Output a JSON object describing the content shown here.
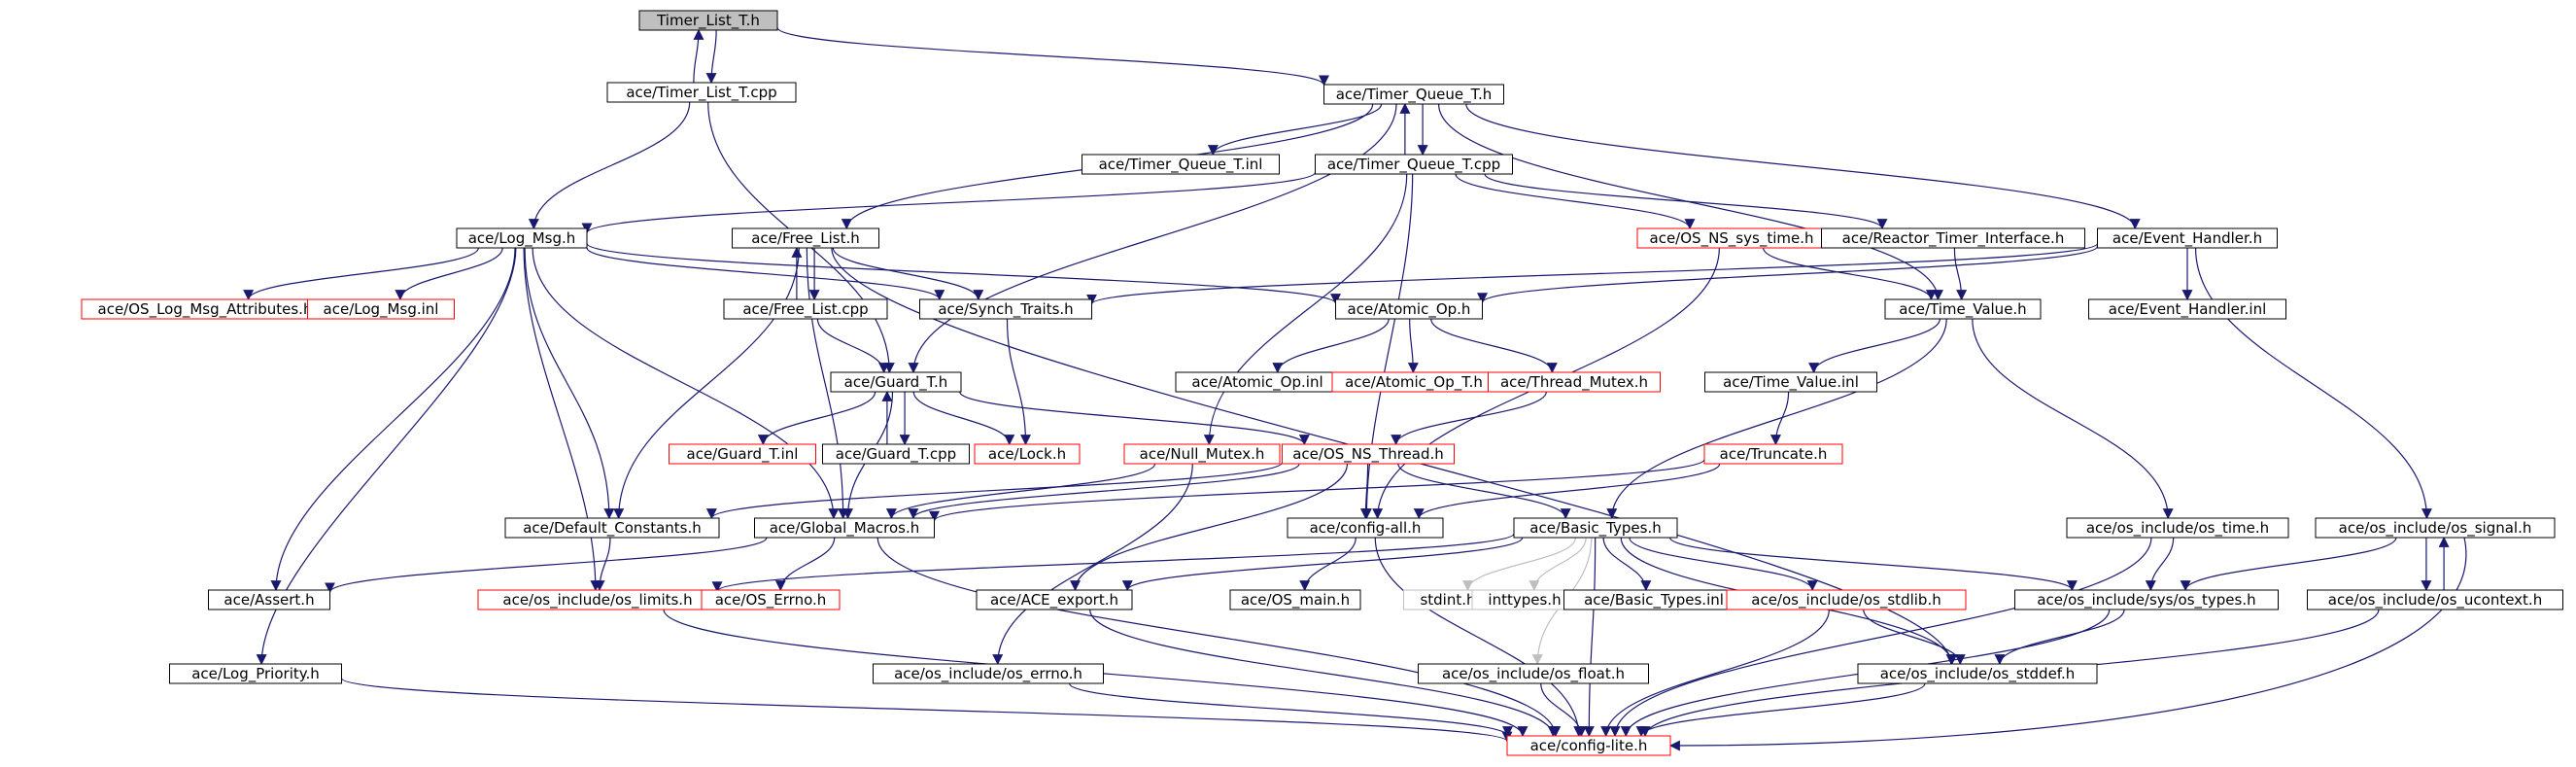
{
  "diagram": {
    "kind": "include dependency graph",
    "colors": {
      "background": "#ffffff",
      "node_fill": "#ffffff",
      "root_fill": "#bfbfbf",
      "node_border": "#000000",
      "missing_border": "#ff0000",
      "faint_border": "#bfbfbf",
      "edge": "#191970",
      "faint_edge": "#bfbfbf",
      "text": "#000000"
    },
    "nodes": [
      {
        "id": "timer_list_t_h",
        "label": "Timer_List_T.h",
        "style": "root"
      },
      {
        "id": "timer_list_t_cpp",
        "label": "ace/Timer_List_T.cpp",
        "style": "normal"
      },
      {
        "id": "timer_queue_t_h",
        "label": "ace/Timer_Queue_T.h",
        "style": "normal"
      },
      {
        "id": "timer_queue_t_inl",
        "label": "ace/Timer_Queue_T.inl",
        "style": "normal"
      },
      {
        "id": "timer_queue_t_cpp",
        "label": "ace/Timer_Queue_T.cpp",
        "style": "normal"
      },
      {
        "id": "log_msg_h",
        "label": "ace/Log_Msg.h",
        "style": "normal"
      },
      {
        "id": "free_list_h",
        "label": "ace/Free_List.h",
        "style": "normal"
      },
      {
        "id": "os_ns_sys_time_h",
        "label": "ace/OS_NS_sys_time.h",
        "style": "missing"
      },
      {
        "id": "reactor_timer_interface_h",
        "label": "ace/Reactor_Timer_Interface.h",
        "style": "normal"
      },
      {
        "id": "event_handler_h",
        "label": "ace/Event_Handler.h",
        "style": "normal"
      },
      {
        "id": "os_log_msg_attributes_h",
        "label": "ace/OS_Log_Msg_Attributes.h",
        "style": "missing"
      },
      {
        "id": "log_msg_inl",
        "label": "ace/Log_Msg.inl",
        "style": "missing"
      },
      {
        "id": "free_list_cpp",
        "label": "ace/Free_List.cpp",
        "style": "normal"
      },
      {
        "id": "synch_traits_h",
        "label": "ace/Synch_Traits.h",
        "style": "normal"
      },
      {
        "id": "atomic_op_h",
        "label": "ace/Atomic_Op.h",
        "style": "normal"
      },
      {
        "id": "time_value_h",
        "label": "ace/Time_Value.h",
        "style": "normal"
      },
      {
        "id": "event_handler_inl",
        "label": "ace/Event_Handler.inl",
        "style": "normal"
      },
      {
        "id": "guard_t_h",
        "label": "ace/Guard_T.h",
        "style": "normal"
      },
      {
        "id": "atomic_op_inl",
        "label": "ace/Atomic_Op.inl",
        "style": "normal"
      },
      {
        "id": "atomic_op_t_h",
        "label": "ace/Atomic_Op_T.h",
        "style": "missing"
      },
      {
        "id": "thread_mutex_h",
        "label": "ace/Thread_Mutex.h",
        "style": "missing"
      },
      {
        "id": "time_value_inl",
        "label": "ace/Time_Value.inl",
        "style": "normal"
      },
      {
        "id": "guard_t_inl",
        "label": "ace/Guard_T.inl",
        "style": "missing"
      },
      {
        "id": "guard_t_cpp",
        "label": "ace/Guard_T.cpp",
        "style": "normal"
      },
      {
        "id": "lock_h",
        "label": "ace/Lock.h",
        "style": "missing"
      },
      {
        "id": "null_mutex_h",
        "label": "ace/Null_Mutex.h",
        "style": "missing"
      },
      {
        "id": "os_ns_thread_h",
        "label": "ace/OS_NS_Thread.h",
        "style": "missing"
      },
      {
        "id": "truncate_h",
        "label": "ace/Truncate.h",
        "style": "missing"
      },
      {
        "id": "default_constants_h",
        "label": "ace/Default_Constants.h",
        "style": "normal"
      },
      {
        "id": "global_macros_h",
        "label": "ace/Global_Macros.h",
        "style": "normal"
      },
      {
        "id": "config_all_h",
        "label": "ace/config-all.h",
        "style": "normal"
      },
      {
        "id": "basic_types_h",
        "label": "ace/Basic_Types.h",
        "style": "normal"
      },
      {
        "id": "os_include_os_time_h",
        "label": "ace/os_include/os_time.h",
        "style": "normal"
      },
      {
        "id": "os_include_os_signal_h",
        "label": "ace/os_include/os_signal.h",
        "style": "normal"
      },
      {
        "id": "assert_h",
        "label": "ace/Assert.h",
        "style": "normal"
      },
      {
        "id": "os_include_os_limits_h",
        "label": "ace/os_include/os_limits.h",
        "style": "missing"
      },
      {
        "id": "os_errno_h",
        "label": "ace/OS_Errno.h",
        "style": "missing"
      },
      {
        "id": "ace_export_h",
        "label": "ace/ACE_export.h",
        "style": "normal"
      },
      {
        "id": "os_main_h",
        "label": "ace/OS_main.h",
        "style": "normal"
      },
      {
        "id": "stdint_h",
        "label": "stdint.h",
        "style": "faint"
      },
      {
        "id": "inttypes_h",
        "label": "inttypes.h",
        "style": "faint"
      },
      {
        "id": "basic_types_inl",
        "label": "ace/Basic_Types.inl",
        "style": "normal"
      },
      {
        "id": "os_include_os_stdlib_h",
        "label": "ace/os_include/os_stdlib.h",
        "style": "missing"
      },
      {
        "id": "os_include_sys_os_types_h",
        "label": "ace/os_include/sys/os_types.h",
        "style": "normal"
      },
      {
        "id": "os_include_os_ucontext_h",
        "label": "ace/os_include/os_ucontext.h",
        "style": "normal"
      },
      {
        "id": "log_priority_h",
        "label": "ace/Log_Priority.h",
        "style": "normal"
      },
      {
        "id": "os_include_os_errno_h",
        "label": "ace/os_include/os_errno.h",
        "style": "normal"
      },
      {
        "id": "os_include_os_float_h",
        "label": "ace/os_include/os_float.h",
        "style": "normal"
      },
      {
        "id": "os_include_os_stddef_h",
        "label": "ace/os_include/os_stddef.h",
        "style": "normal"
      },
      {
        "id": "config_lite_h",
        "label": "ace/config-lite.h",
        "style": "missing"
      }
    ],
    "edges": [
      {
        "from": "timer_list_t_h",
        "to": "timer_list_t_cpp"
      },
      {
        "from": "timer_list_t_cpp",
        "to": "timer_list_t_h"
      },
      {
        "from": "timer_list_t_h",
        "to": "timer_queue_t_h"
      },
      {
        "from": "timer_list_t_cpp",
        "to": "log_msg_h"
      },
      {
        "from": "timer_list_t_cpp",
        "to": "guard_t_h"
      },
      {
        "from": "timer_queue_t_h",
        "to": "timer_queue_t_inl"
      },
      {
        "from": "timer_queue_t_h",
        "to": "timer_queue_t_cpp"
      },
      {
        "from": "timer_queue_t_cpp",
        "to": "timer_queue_t_h"
      },
      {
        "from": "timer_queue_t_h",
        "to": "free_list_h"
      },
      {
        "from": "timer_queue_t_h",
        "to": "guard_t_h"
      },
      {
        "from": "timer_queue_t_h",
        "to": "time_value_h"
      },
      {
        "from": "timer_queue_t_h",
        "to": "event_handler_h"
      },
      {
        "from": "timer_queue_t_cpp",
        "to": "log_msg_h"
      },
      {
        "from": "timer_queue_t_cpp",
        "to": "reactor_timer_interface_h"
      },
      {
        "from": "timer_queue_t_cpp",
        "to": "os_ns_sys_time_h"
      },
      {
        "from": "timer_queue_t_cpp",
        "to": "null_mutex_h"
      },
      {
        "from": "timer_queue_t_cpp",
        "to": "config_all_h"
      },
      {
        "from": "log_msg_h",
        "to": "os_log_msg_attributes_h"
      },
      {
        "from": "log_msg_h",
        "to": "log_msg_inl"
      },
      {
        "from": "log_msg_h",
        "to": "synch_traits_h"
      },
      {
        "from": "log_msg_h",
        "to": "atomic_op_h"
      },
      {
        "from": "log_msg_h",
        "to": "default_constants_h"
      },
      {
        "from": "log_msg_h",
        "to": "global_macros_h"
      },
      {
        "from": "log_msg_h",
        "to": "assert_h"
      },
      {
        "from": "log_msg_h",
        "to": "os_include_os_limits_h"
      },
      {
        "from": "log_msg_h",
        "to": "log_priority_h"
      },
      {
        "from": "free_list_h",
        "to": "free_list_cpp"
      },
      {
        "from": "free_list_cpp",
        "to": "free_list_h"
      },
      {
        "from": "free_list_h",
        "to": "synch_traits_h"
      },
      {
        "from": "free_list_h",
        "to": "default_constants_h"
      },
      {
        "from": "free_list_h",
        "to": "global_macros_h"
      },
      {
        "from": "free_list_h",
        "to": "os_include_os_stddef_h"
      },
      {
        "from": "free_list_cpp",
        "to": "guard_t_h"
      },
      {
        "from": "os_ns_sys_time_h",
        "to": "time_value_h"
      },
      {
        "from": "os_ns_sys_time_h",
        "to": "config_all_h"
      },
      {
        "from": "reactor_timer_interface_h",
        "to": "time_value_h"
      },
      {
        "from": "event_handler_h",
        "to": "event_handler_inl"
      },
      {
        "from": "event_handler_h",
        "to": "atomic_op_h"
      },
      {
        "from": "event_handler_h",
        "to": "synch_traits_h"
      },
      {
        "from": "event_handler_h",
        "to": "os_include_os_signal_h"
      },
      {
        "from": "synch_traits_h",
        "to": "lock_h"
      },
      {
        "from": "atomic_op_h",
        "to": "atomic_op_inl"
      },
      {
        "from": "atomic_op_h",
        "to": "atomic_op_t_h"
      },
      {
        "from": "atomic_op_h",
        "to": "thread_mutex_h"
      },
      {
        "from": "time_value_h",
        "to": "time_value_inl"
      },
      {
        "from": "time_value_h",
        "to": "os_include_os_time_h"
      },
      {
        "from": "time_value_h",
        "to": "basic_types_h"
      },
      {
        "from": "time_value_inl",
        "to": "truncate_h"
      },
      {
        "from": "guard_t_h",
        "to": "guard_t_inl"
      },
      {
        "from": "guard_t_h",
        "to": "guard_t_cpp"
      },
      {
        "from": "guard_t_cpp",
        "to": "guard_t_h"
      },
      {
        "from": "guard_t_h",
        "to": "lock_h"
      },
      {
        "from": "guard_t_h",
        "to": "os_ns_thread_h"
      },
      {
        "from": "guard_t_h",
        "to": "global_macros_h"
      },
      {
        "from": "thread_mutex_h",
        "to": "os_ns_thread_h"
      },
      {
        "from": "null_mutex_h",
        "to": "global_macros_h"
      },
      {
        "from": "null_mutex_h",
        "to": "os_include_os_errno_h"
      },
      {
        "from": "os_ns_thread_h",
        "to": "config_all_h"
      },
      {
        "from": "os_ns_thread_h",
        "to": "basic_types_h"
      },
      {
        "from": "os_ns_thread_h",
        "to": "default_constants_h"
      },
      {
        "from": "os_ns_thread_h",
        "to": "global_macros_h"
      },
      {
        "from": "os_ns_thread_h",
        "to": "ace_export_h"
      },
      {
        "from": "truncate_h",
        "to": "global_macros_h"
      },
      {
        "from": "truncate_h",
        "to": "config_all_h"
      },
      {
        "from": "default_constants_h",
        "to": "os_include_os_limits_h"
      },
      {
        "from": "global_macros_h",
        "to": "assert_h"
      },
      {
        "from": "global_macros_h",
        "to": "os_errno_h"
      },
      {
        "from": "global_macros_h",
        "to": "config_lite_h"
      },
      {
        "from": "config_all_h",
        "to": "os_main_h"
      },
      {
        "from": "config_all_h",
        "to": "config_lite_h"
      },
      {
        "from": "basic_types_h",
        "to": "os_include_os_limits_h"
      },
      {
        "from": "basic_types_h",
        "to": "ace_export_h"
      },
      {
        "from": "basic_types_h",
        "to": "stdint_h",
        "style": "faint"
      },
      {
        "from": "basic_types_h",
        "to": "inttypes_h",
        "style": "faint"
      },
      {
        "from": "basic_types_h",
        "to": "basic_types_inl"
      },
      {
        "from": "basic_types_h",
        "to": "os_include_os_stdlib_h"
      },
      {
        "from": "basic_types_h",
        "to": "os_include_sys_os_types_h"
      },
      {
        "from": "basic_types_h",
        "to": "os_include_os_float_h",
        "style": "faint"
      },
      {
        "from": "basic_types_h",
        "to": "os_include_os_stddef_h"
      },
      {
        "from": "basic_types_h",
        "to": "config_lite_h"
      },
      {
        "from": "os_include_os_time_h",
        "to": "os_include_sys_os_types_h"
      },
      {
        "from": "os_include_os_time_h",
        "to": "config_lite_h"
      },
      {
        "from": "os_include_os_signal_h",
        "to": "os_include_sys_os_types_h"
      },
      {
        "from": "os_include_os_signal_h",
        "to": "os_include_os_ucontext_h"
      },
      {
        "from": "os_include_os_ucontext_h",
        "to": "os_include_os_signal_h"
      },
      {
        "from": "os_include_os_signal_h",
        "to": "config_lite_h"
      },
      {
        "from": "os_include_os_ucontext_h",
        "to": "config_lite_h"
      },
      {
        "from": "os_include_os_limits_h",
        "to": "config_lite_h"
      },
      {
        "from": "ace_export_h",
        "to": "config_lite_h"
      },
      {
        "from": "os_include_os_stdlib_h",
        "to": "os_include_os_stddef_h"
      },
      {
        "from": "os_include_os_stdlib_h",
        "to": "config_lite_h"
      },
      {
        "from": "os_include_sys_os_types_h",
        "to": "os_include_os_stddef_h"
      },
      {
        "from": "os_include_sys_os_types_h",
        "to": "config_lite_h"
      },
      {
        "from": "log_priority_h",
        "to": "config_lite_h"
      },
      {
        "from": "os_include_os_errno_h",
        "to": "config_lite_h"
      },
      {
        "from": "os_include_os_float_h",
        "to": "config_lite_h"
      },
      {
        "from": "os_include_os_stddef_h",
        "to": "config_lite_h"
      }
    ]
  }
}
